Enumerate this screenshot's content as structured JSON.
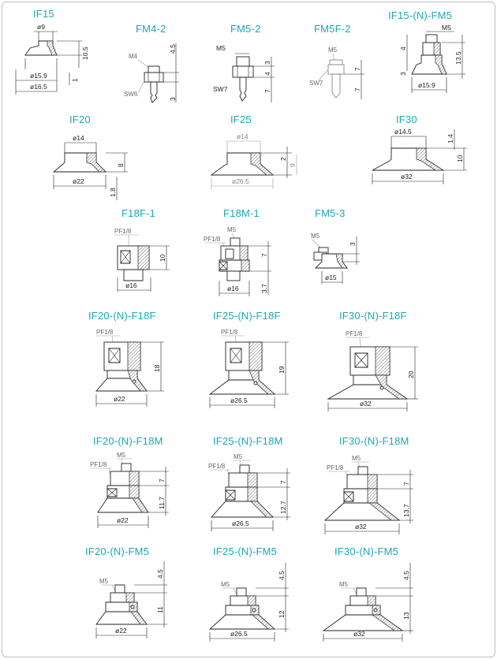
{
  "colors": {
    "title": "#1aa9b4",
    "line": "#222222",
    "gray": "#888888",
    "border": "#bfbfbf"
  },
  "parts": [
    {
      "id": "if15",
      "title": "IF15",
      "dims": {
        "top": "ø9",
        "b1": "ø15.9",
        "b2": "ø16.5",
        "v1": "10.5",
        "v2": "1"
      }
    },
    {
      "id": "fm4-2",
      "title": "FM4-2",
      "dims": {
        "thread": "M4",
        "hex": "SW6",
        "v1": "4.5",
        "v2": "3"
      }
    },
    {
      "id": "fm5-2",
      "title": "FM5-2",
      "dims": {
        "thread": "M5",
        "hex": "SW7",
        "v1": "3",
        "v2": "4",
        "v3": "7"
      }
    },
    {
      "id": "fm5f-2",
      "title": "FM5F-2",
      "dims": {
        "thread": "M5",
        "hex": "SW7",
        "v1": "7",
        "v2": "7"
      }
    },
    {
      "id": "if15-n-fm5",
      "title": "IF15-(N)-FM5",
      "dims": {
        "thread": "M5",
        "v1": "4",
        "v2": "3",
        "v3": "13.5",
        "b1": "ø15.9"
      }
    },
    {
      "id": "if20",
      "title": "IF20",
      "dims": {
        "top": "ø14",
        "b1": "ø22",
        "v1": "8",
        "v2": "1.8"
      }
    },
    {
      "id": "if25",
      "title": "IF25",
      "dims": {
        "top": "ø14",
        "b1": "ø26.5",
        "v1": "2",
        "v2": "9"
      }
    },
    {
      "id": "if30",
      "title": "IF30",
      "dims": {
        "top": "ø14.5",
        "b1": "ø32",
        "v1": "1.4",
        "v2": "10"
      }
    },
    {
      "id": "f18f-1",
      "title": "F18F-1",
      "dims": {
        "thread": "PF1/8",
        "v1": "10",
        "b1": "ø16"
      }
    },
    {
      "id": "f18m-1",
      "title": "F18M-1",
      "dims": {
        "thread": "PF1/8",
        "thread2": "M5",
        "v1": "7",
        "v2": "3.7",
        "b1": "ø16"
      }
    },
    {
      "id": "fm5-3",
      "title": "FM5-3",
      "dims": {
        "thread": "M5",
        "v1": "3",
        "b1": "ø15"
      }
    },
    {
      "id": "if20-n-f18f",
      "title": "IF20-(N)-F18F",
      "dims": {
        "thread": "PF1/8",
        "v1": "18",
        "b1": "ø22"
      }
    },
    {
      "id": "if25-n-f18f",
      "title": "IF25-(N)-F18F",
      "dims": {
        "thread": "PF1/8",
        "v1": "19",
        "b1": "ø26.5"
      }
    },
    {
      "id": "if30-n-f18f",
      "title": "IF30-(N)-F18F",
      "dims": {
        "thread": "PF1/8",
        "v1": "20",
        "b1": "ø32"
      }
    },
    {
      "id": "if20-n-f18m",
      "title": "IF20-(N)-F18M",
      "dims": {
        "thread": "PF1/8",
        "thread2": "M5",
        "v1": "7",
        "v2": "11.7",
        "b1": "ø22"
      }
    },
    {
      "id": "if25-n-f18m",
      "title": "IF25-(N)-F18M",
      "dims": {
        "thread": "PF1/8",
        "thread2": "M5",
        "v1": "7",
        "v2": "12.7",
        "b1": "ø26.5"
      }
    },
    {
      "id": "if30-n-f18m",
      "title": "IF30-(N)-F18M",
      "dims": {
        "thread": "PF1/8",
        "thread2": "M5",
        "v1": "7",
        "v2": "13.7",
        "b1": "ø32"
      }
    },
    {
      "id": "if20-n-fm5",
      "title": "IF20-(N)-FM5",
      "dims": {
        "thread": "M5",
        "v1": "4.5",
        "v2": "11",
        "b1": "ø22"
      }
    },
    {
      "id": "if25-n-fm5",
      "title": "IF25-(N)-FM5",
      "dims": {
        "thread": "M5",
        "v1": "4.5",
        "v2": "12",
        "b1": "ø26.5"
      }
    },
    {
      "id": "if30-n-fm5",
      "title": "IF30-(N)-FM5",
      "dims": {
        "thread": "M5",
        "v1": "4.5",
        "v2": "13",
        "b1": "ø32"
      }
    }
  ]
}
